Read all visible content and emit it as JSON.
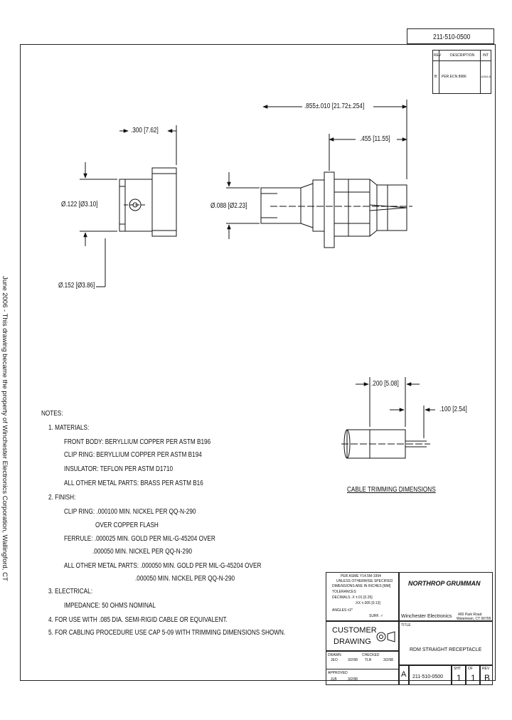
{
  "document": {
    "drawing_number": "211-510-0500",
    "side_note": "June 2006 - This drawing became the property of Winchester Electronics Corporation, Wallingford, CT",
    "rev_block": {
      "rev_header": "REV",
      "description_header": "DESCRIPTION",
      "initials_header": "INT",
      "rev": "B",
      "description": "PER ECN 8986",
      "initials": "JLB/4-8"
    },
    "dimensions": {
      "overall_length": ".855±.010 [21.72±.254]",
      "body_to_end": ".455 [11.55]",
      "end_length": ".300 [7.62]",
      "front_dia": "Ø.122 [Ø3.10]",
      "ferrule_dia": "Ø.088 [Ø2.23]",
      "clip_dia": "Ø.152 [Ø3.86]",
      "trim_length": ".200 [5.08]",
      "pin_length": ".100 [2.54]"
    },
    "cable_trim_caption": "CABLE TRIMMING DIMENSIONS",
    "notes": {
      "heading": "NOTES:",
      "lines": [
        "1. MATERIALS:",
        "FRONT BODY: BERYLLIUM COPPER PER ASTM B196",
        "CLIP RING: BERYLLIUM COPPER PER ASTM B194",
        "INSULATOR: TEFLON PER ASTM D1710",
        "ALL OTHER METAL PARTS: BRASS PER ASTM B16",
        "2. FINISH:",
        "CLIP RING: .000100 MIN. NICKEL PER QQ-N-290",
        "OVER COPPER FLASH",
        "FERRULE: .000025 MIN. GOLD PER MIL-G-45204 OVER",
        ".000050 MIN. NICKEL PER QQ-N-290",
        "ALL OTHER METAL PARTS: .000050 MIN. GOLD PER MIL-G-45204 OVER",
        ".000050 MIN. NICKEL PER QQ-N-290",
        "3. ELECTRICAL:",
        "IMPEDANCE: 50 OHMS NOMINAL",
        "4. FOR USE WITH .085 DIA. SEMI-RIGID CABLE OR EQUIVALENT.",
        "5. FOR CABLING PROCEDURE USE CAP 5-09 WITH TRIMMING DIMENSIONS SHOWN."
      ]
    },
    "title_block": {
      "tolerance_lines": [
        "PER ASME Y14.5M-1994",
        "UNLESS OTHERWISE SPECIFIED",
        "DIMENSIONS ARE IN INCHES [MM]",
        "TOLERANCES",
        "DECIMALS .X ±.01 [0.25]",
        ".XX ±.005 [0.13]",
        "ANGLES ±2°",
        "SURF. ✓"
      ],
      "company": "NORTHROP GRUMMAN",
      "division": "Winchester Electronics",
      "address_line1": "400 Park Road",
      "address_line2": "Watertown, CT 06795",
      "customer_drawing_line1": "CUSTOMER",
      "customer_drawing_line2": "DRAWING",
      "title_label": "TITLE",
      "title": "RDM STRAIGHT RECEPTACLE",
      "drawn_label": "DRAWN",
      "drawn_by": "JEO",
      "drawn_date": "3/2/98",
      "checked_label": "CHECKED",
      "checked_by": "TLB",
      "checked_date": "3/2/98",
      "approved_label": "APPROVED",
      "approved_by": "JLB",
      "approved_date": "3/2/98",
      "size": "A",
      "dwg_no": "211-510-0500",
      "sheet_label": "SHT",
      "of_label": "OF",
      "rev_label": "REV",
      "sheet": "1",
      "of": "1",
      "rev": "B"
    }
  }
}
